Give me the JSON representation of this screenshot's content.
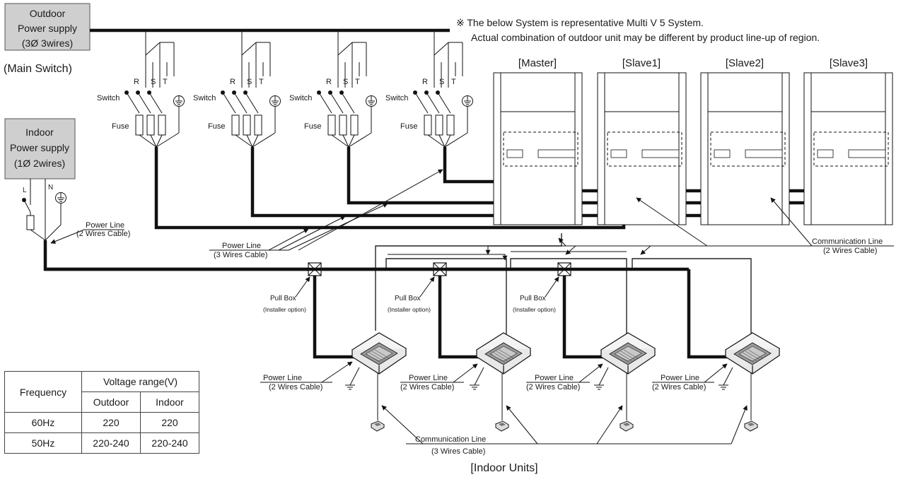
{
  "note": {
    "line1": "※ The below System is representative Multi V 5 System.",
    "line2": "Actual combination of outdoor unit may be different by product line-up of region."
  },
  "outdoor_supply": {
    "line1": "Outdoor",
    "line2": "Power supply",
    "line3": "(3Ø 3wires)",
    "switch_label": "(Main Switch)"
  },
  "indoor_supply": {
    "line1": "Indoor",
    "line2": "Power supply",
    "line3": "(1Ø 2wires)",
    "l_label": "L",
    "n_label": "N"
  },
  "phase_labels": {
    "r": "R",
    "s": "S",
    "t": "T"
  },
  "switch_label": "Switch",
  "fuse_label": "Fuse",
  "units": {
    "master": "[Master]",
    "slave1": "[Slave1]",
    "slave2": "[Slave2]",
    "slave3": "[Slave3]"
  },
  "labels": {
    "power_line": "Power Line",
    "two_wires": "(2 Wires Cable)",
    "three_wires": "(3 Wires Cable)",
    "communication_line": "Communication Line",
    "pull_box": "Pull Box",
    "installer_option": "(Installer option)",
    "indoor_units": "[Indoor Units]"
  },
  "voltage_table": {
    "col_frequency": "Frequency",
    "col_voltage": "Voltage range(V)",
    "col_outdoor": "Outdoor",
    "col_indoor": "Indoor",
    "rows": [
      {
        "freq": "60Hz",
        "outdoor": "220",
        "indoor": "220"
      },
      {
        "freq": "50Hz",
        "outdoor": "220-240",
        "indoor": "220-240"
      }
    ]
  }
}
